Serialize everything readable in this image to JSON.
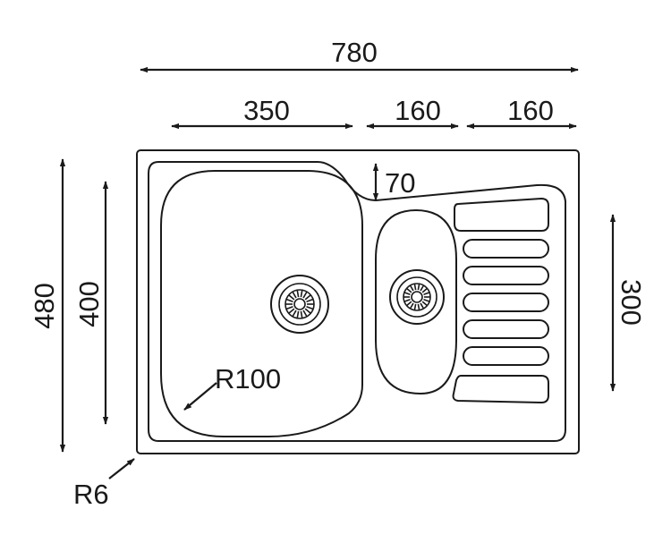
{
  "dimensions": {
    "total_width": "780",
    "bowl_width": "350",
    "small_bowl_width": "160",
    "drainer_width": "160",
    "depth_step": "70",
    "total_depth": "480",
    "bowl_depth": "400",
    "drainer_length": "300",
    "bowl_radius": "R100",
    "corner_radius": "R6"
  },
  "colors": {
    "line": "#1a1a1a",
    "background": "#ffffff"
  }
}
